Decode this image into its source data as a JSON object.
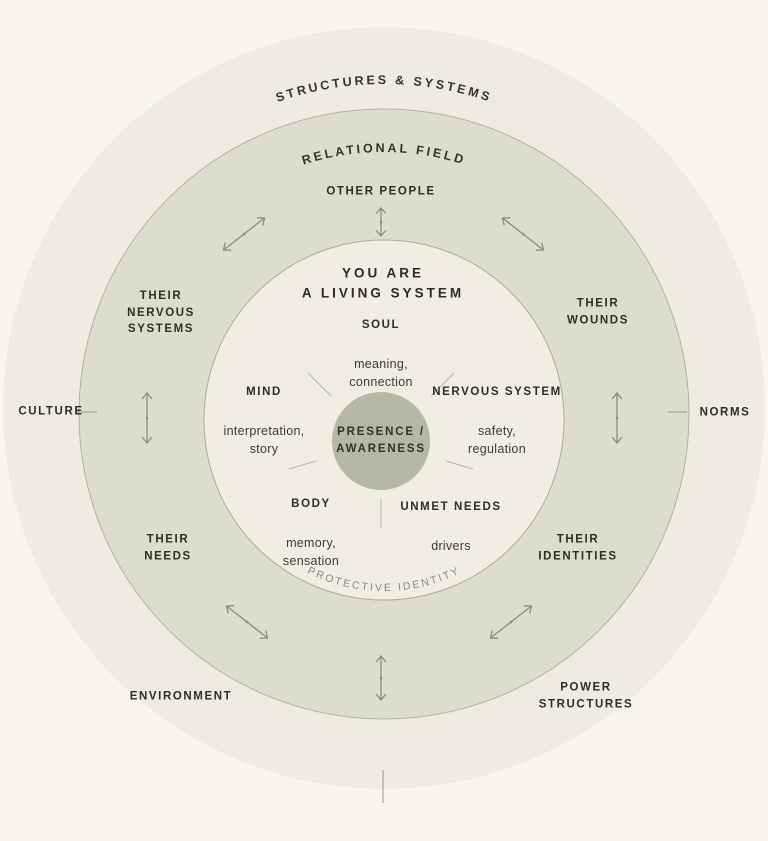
{
  "diagram": {
    "title": "You are a living system — concentric systems map"
  },
  "colors": {
    "background": "#f8f4ee",
    "outer_ring": "#f0ebe2",
    "middle_ring": "#dcddcc",
    "inner_circle": "#f1ede3",
    "core_circle": "#b4b8a4",
    "dark_text": "#2e2d26",
    "muted_text": "#8b8877",
    "arrow": "#8b8b78"
  },
  "arc_labels": {
    "outer": "STRUCTURES & SYSTEMS",
    "middle": "RELATIONAL FIELD",
    "inner_bottom": "PROTECTIVE IDENTITY"
  },
  "core": {
    "presence": "PRESENCE /\nAWARENESS"
  },
  "inner_circle": {
    "title": "YOU ARE\nA LIVING SYSTEM",
    "soul": {
      "title": "SOUL",
      "subs": "meaning,\nconnection"
    },
    "mind": {
      "title": "MIND",
      "subs": "interpretation,\nstory"
    },
    "nervous_system": {
      "title": "NERVOUS SYSTEM",
      "subs": "safety,\nregulation"
    },
    "body": {
      "title": "BODY",
      "subs": "memory,\nsensation"
    },
    "unmet_needs": {
      "title": "UNMET NEEDS",
      "subs": "drivers"
    }
  },
  "relational_field": {
    "other_people": "OTHER PEOPLE",
    "their_nervous_systems": "THEIR\nNERVOUS\nSYSTEMS",
    "their_wounds": "THEIR\nWOUNDS",
    "their_needs": "THEIR\nNEEDS",
    "their_identities": "THEIR\nIDENTITIES"
  },
  "structures_systems": {
    "culture": "CULTURE",
    "norms": "NORMS",
    "environment": "ENVIRONMENT",
    "power_structures": "POWER\nSTRUCTURES"
  },
  "icons": {
    "exchange_arrow": "double-headed arrow with center dot"
  }
}
